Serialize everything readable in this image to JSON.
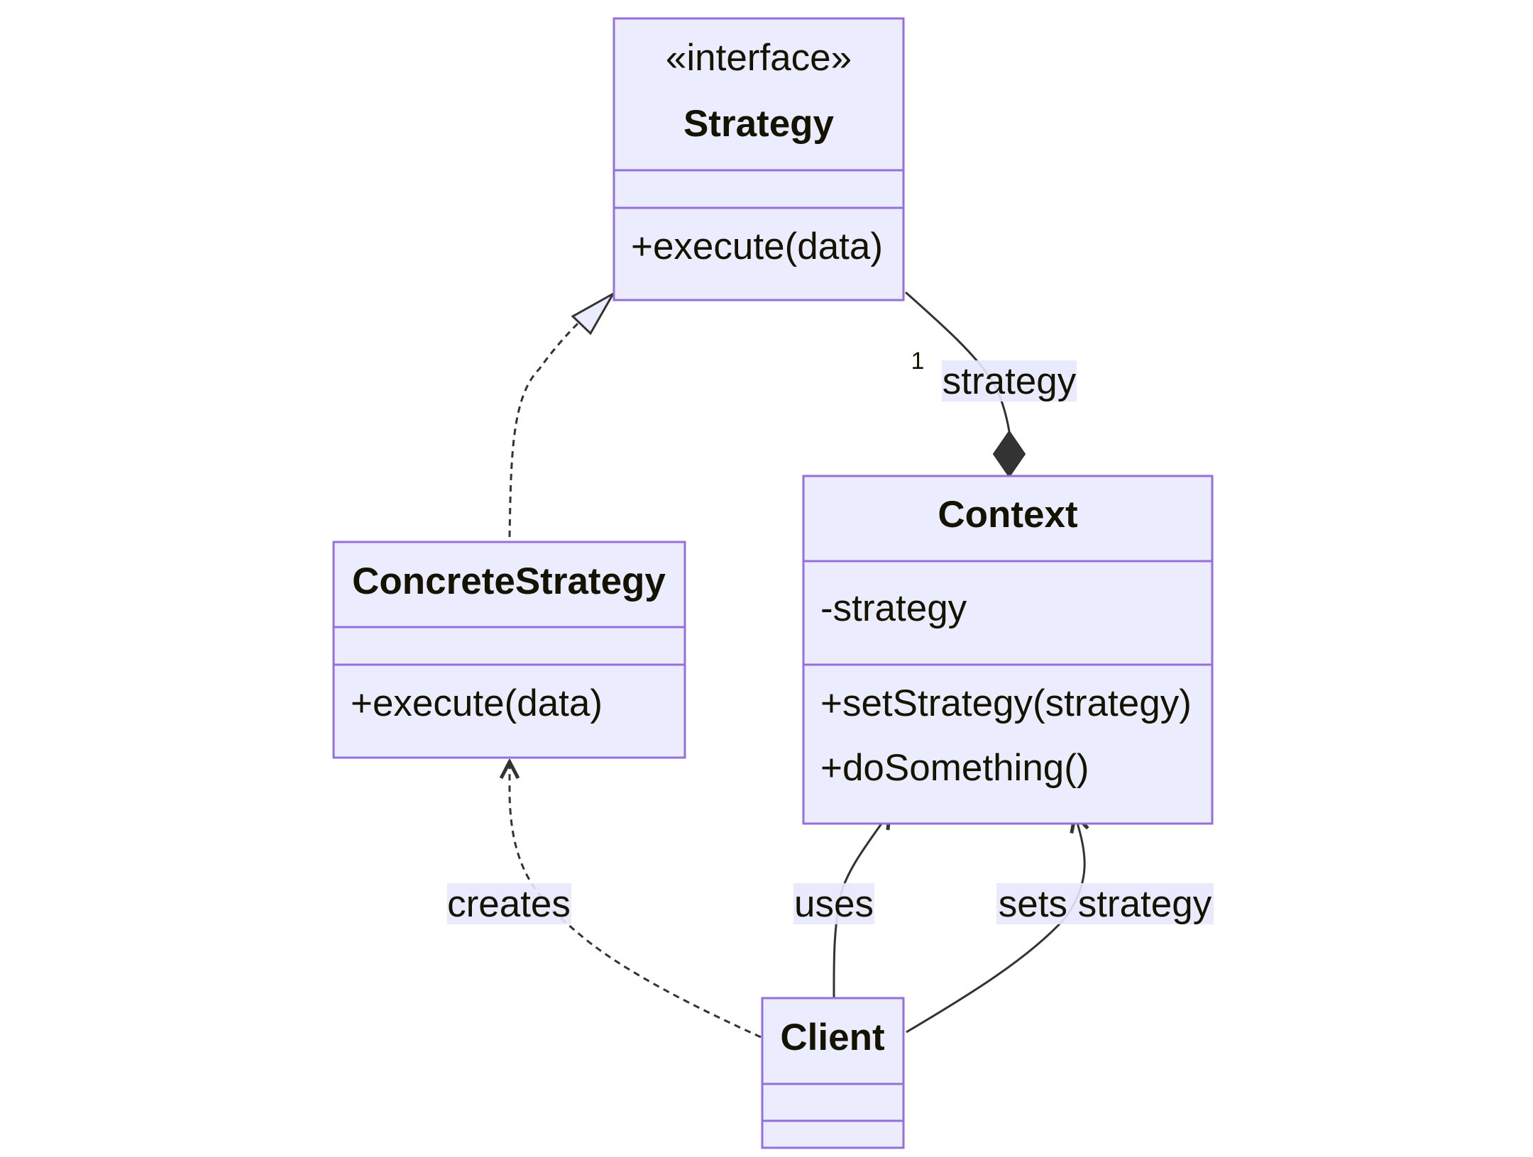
{
  "diagram": {
    "classes": {
      "strategy": {
        "stereotype": "«interface»",
        "name": "Strategy",
        "attributes": [],
        "methods": [
          "+execute(data)"
        ]
      },
      "concrete_strategy": {
        "name": "ConcreteStrategy",
        "attributes": [],
        "methods": [
          "+execute(data)"
        ]
      },
      "context": {
        "name": "Context",
        "attributes": [
          "-strategy"
        ],
        "methods": [
          "+setStrategy(strategy)",
          "+doSomething()"
        ]
      },
      "client": {
        "name": "Client",
        "attributes": [],
        "methods": []
      }
    },
    "relations": {
      "realization": {
        "from": "ConcreteStrategy",
        "to": "Strategy",
        "type": "realization"
      },
      "composition": {
        "from": "Context",
        "to": "Strategy",
        "type": "composition",
        "label": "strategy",
        "cardinality": "1"
      },
      "creates": {
        "from": "Client",
        "to": "ConcreteStrategy",
        "type": "dependency",
        "label": "creates"
      },
      "uses": {
        "from": "Client",
        "to": "Context",
        "type": "association",
        "label": "uses"
      },
      "sets_strategy": {
        "from": "Client",
        "to": "Context",
        "type": "association",
        "label": "sets strategy"
      }
    },
    "colors": {
      "box_fill": "#ececff",
      "box_stroke": "#9370db",
      "edge": "#333333",
      "text": "#131300",
      "label_bg": "#e8e8ff"
    }
  }
}
